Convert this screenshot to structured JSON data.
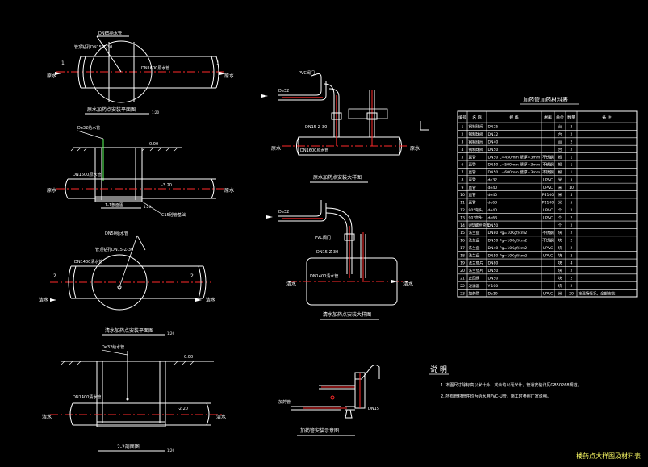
{
  "drawing": {
    "title_block": "楼药点大样图及材料表",
    "notes": {
      "heading": "说 明",
      "lines": [
        "1. 本图尺寸除标高以米计外，其余均以毫米计，管道安装详见GB50268规范。",
        "2. 所有管材管件均为给水用PVC-U管，施工时参照厂家说明。"
      ]
    }
  },
  "details": {
    "d1": {
      "title": "原水加药点安装平面图",
      "scale": "1:20",
      "label_top": "DN65给水管",
      "label_spec": "管顶钻孔DN15-Z-30",
      "label_main": "DN1600原水管",
      "flow_in": "原水",
      "flow_out": "原水",
      "section_mark": "1"
    },
    "d2": {
      "title": "1-1剖面图",
      "scale": "1:20",
      "level_top": "0.00",
      "label_pipe": "De32给水管",
      "label_main": "DN1600原水管",
      "level_low": "-3.20",
      "label_side": "C15砼管基础",
      "flow_in": "原水",
      "flow_out": "原水"
    },
    "d3": {
      "title": "清水加药点安装平面图",
      "scale": "1:20",
      "label_top": "DN50给水管",
      "label_spec": "管顶钻孔DN15-Z-30",
      "label_main": "DN1400清水管",
      "flow_in": "清水",
      "flow_out": "清水",
      "section_mark": "2"
    },
    "d4": {
      "title": "2-2剖面图",
      "scale": "1:20",
      "level_top": "0.00",
      "label_pipe": "De32给水管",
      "label_main": "DN1400清水管",
      "level_low": "-2.20",
      "flow_in": "清水",
      "flow_out": "清水"
    },
    "d5": {
      "title": "原水加药点安装大样图",
      "label_in": "De32",
      "label_valve": "PVC阀门",
      "label_main": "DN1600原水管",
      "label_spec": "DN15-Z-30",
      "flow_in": "原水",
      "flow_out": "原水"
    },
    "d6": {
      "title": "清水加药点安装大样图",
      "label_in": "De32",
      "label_valve": "PVC阀门",
      "label_main": "DN1400清水管",
      "label_spec": "DN15-Z-30",
      "flow_in": "清水",
      "flow_out": "清水"
    },
    "d7": {
      "title": "加药管安装示意图",
      "label_in": "加药管",
      "label_spec": "DN15"
    }
  },
  "material_table": {
    "title": "加药管加药材料表",
    "headers": [
      "编号",
      "名 称",
      "规 格",
      "材料",
      "单位",
      "数量",
      "备 注"
    ],
    "rows": [
      [
        "1",
        "钢制球阀",
        "DN25",
        "",
        "台",
        "2",
        ""
      ],
      [
        "2",
        "钢制球阀",
        "DN32",
        "",
        "台",
        "2",
        ""
      ],
      [
        "3",
        "钢制球阀",
        "DN40",
        "",
        "台",
        "2",
        ""
      ],
      [
        "4",
        "钢制球阀",
        "DN50",
        "",
        "台",
        "2",
        ""
      ],
      [
        "5",
        "直管",
        "DN50 L=450mm 壁厚=3mm",
        "不锈钢",
        "根",
        "1",
        ""
      ],
      [
        "6",
        "直管",
        "DN50 L=500mm 壁厚=3mm",
        "不锈钢",
        "根",
        "1",
        ""
      ],
      [
        "7",
        "直管",
        "DN50 L=600mm 壁厚=3mm",
        "不锈钢",
        "根",
        "1",
        ""
      ],
      [
        "8",
        "直管",
        "de32",
        "UPVC",
        "米",
        "5",
        ""
      ],
      [
        "9",
        "直管",
        "de40",
        "UPVC",
        "米",
        "10",
        ""
      ],
      [
        "10",
        "直管",
        "de40",
        "PE100",
        "米",
        "5",
        ""
      ],
      [
        "11",
        "直管",
        "de63",
        "PE100",
        "米",
        "5",
        ""
      ],
      [
        "12",
        "90°弯头",
        "de40",
        "UPVC",
        "个",
        "2",
        ""
      ],
      [
        "13",
        "90°弯头",
        "de63",
        "UPVC",
        "个",
        "2",
        ""
      ],
      [
        "14",
        "U型螺栓管卡",
        "DN50",
        "",
        "个",
        "2",
        ""
      ],
      [
        "15",
        "法兰盘",
        "DN80 Pg=10Kgf/cm2",
        "不锈钢",
        "块",
        "2",
        ""
      ],
      [
        "16",
        "法兰盘",
        "DN50 Pg=10Kgf/cm2",
        "不锈钢",
        "块",
        "2",
        ""
      ],
      [
        "17",
        "法兰盘",
        "DN40 Pg=10Kgf/cm2",
        "UPVC",
        "块",
        "2",
        ""
      ],
      [
        "18",
        "法兰盘",
        "DN50 Pg=10Kgf/cm2",
        "UPVC",
        "块",
        "2",
        ""
      ],
      [
        "19",
        "法兰垫片",
        "DN80",
        "",
        "块",
        "4",
        ""
      ],
      [
        "20",
        "法兰垫片",
        "DN50",
        "",
        "块",
        "2",
        ""
      ],
      [
        "21",
        "止回阀",
        "DN50",
        "",
        "块",
        "2",
        ""
      ],
      [
        "22",
        "过滤器",
        "Y-100",
        "",
        "块",
        "2",
        ""
      ],
      [
        "23",
        "加药管",
        "De10",
        "UPVC",
        "米",
        "20",
        "按现场情况，全部安装"
      ]
    ]
  },
  "colors": {
    "background": "#000000",
    "line": "#ffffff",
    "center": "#ff2a2a",
    "text": "#ffffff",
    "accent": "#ffff66",
    "green": "#5cff5c"
  }
}
